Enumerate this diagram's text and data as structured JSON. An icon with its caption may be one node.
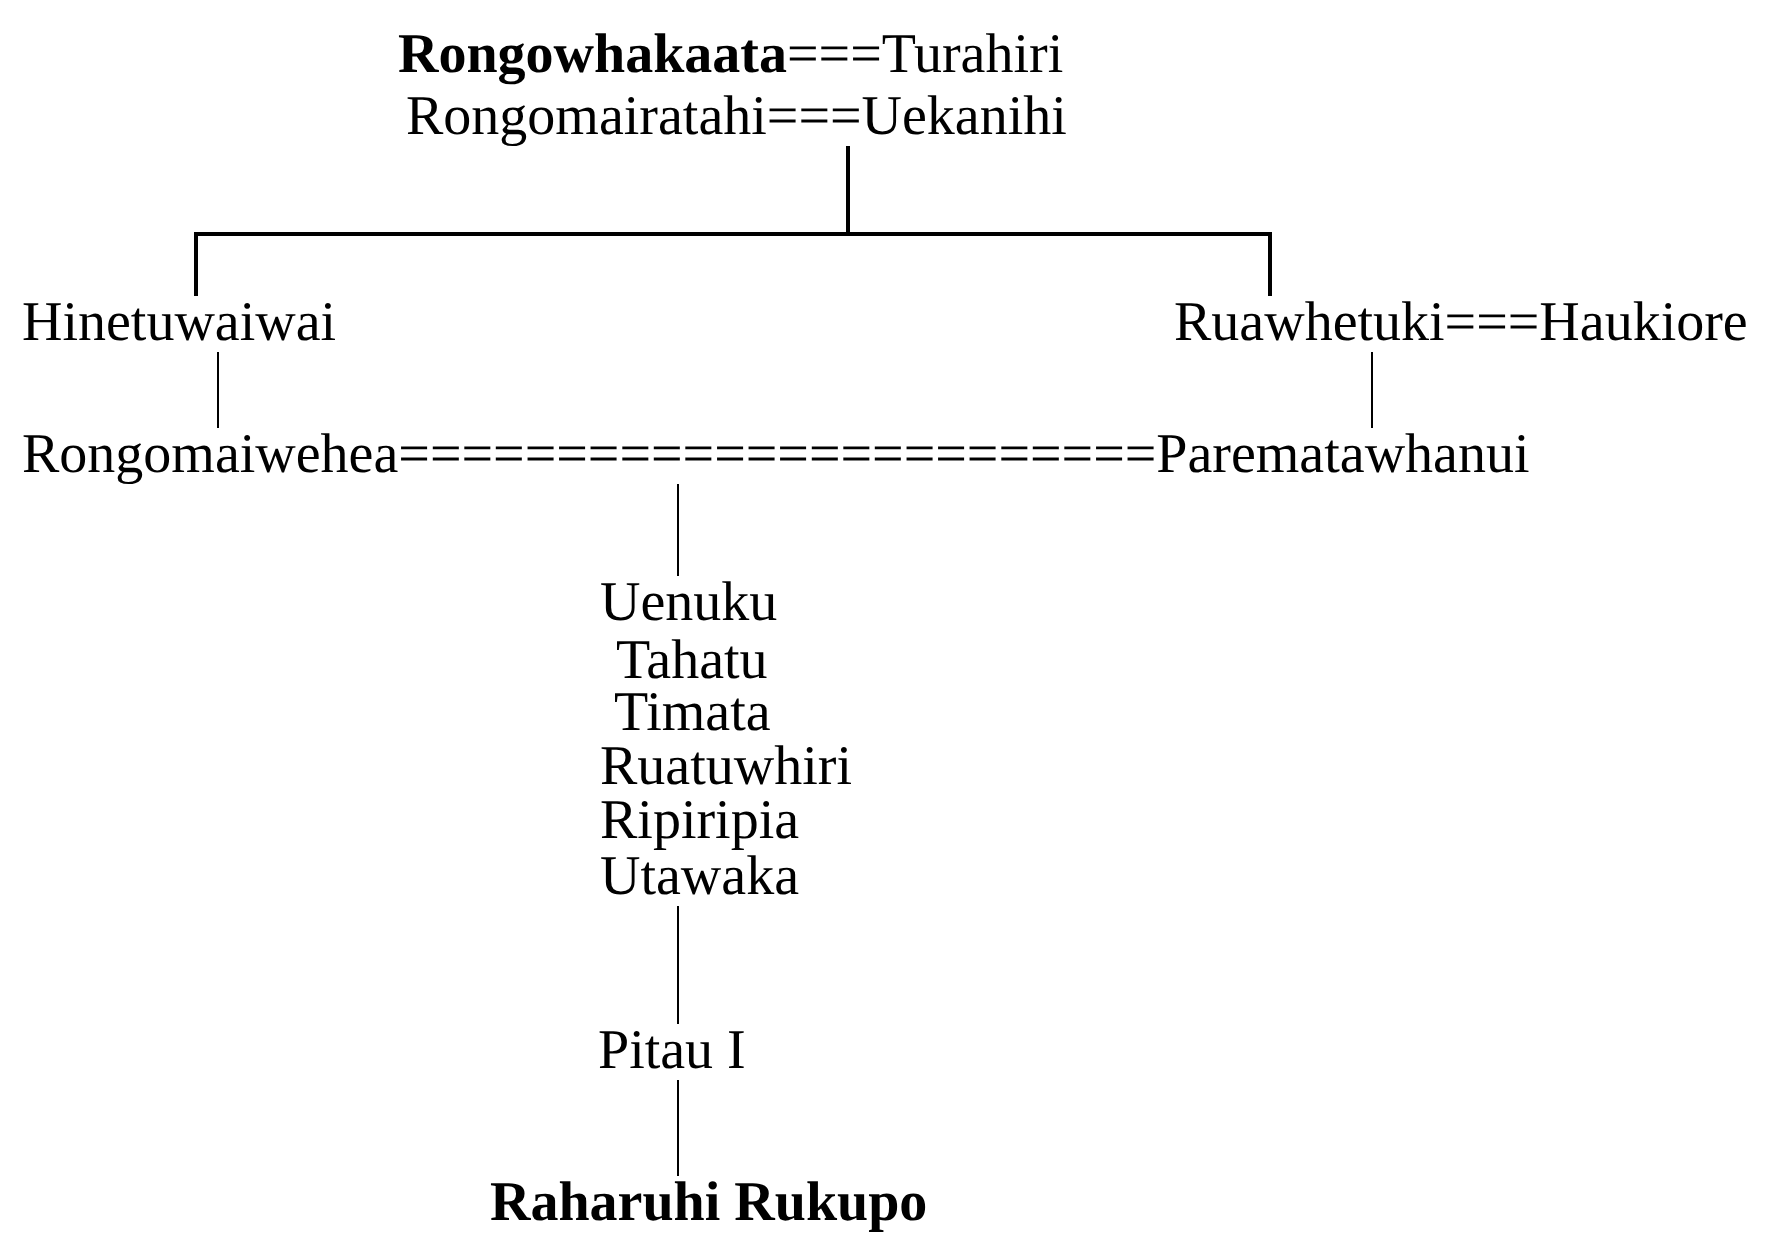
{
  "diagram": {
    "nodes": [
      {
        "text": [
          "**Rongowhakaata**===Turahiri"
        ]
      },
      {
        "text": [
          "Rongomairatahi===Uekanihi"
        ]
      },
      {
        "text": [
          "Hinetuwaiwai"
        ]
      },
      {
        "text": [
          "Ruawhetuki===Haukiore"
        ]
      },
      {
        "text": [
          "Rongomaiwehea========================Parematawhanui"
        ]
      },
      {
        "text": [
          "Uenuku"
        ]
      },
      {
        "text": [
          "Tahatu"
        ]
      },
      {
        "text": [
          "Timata"
        ]
      },
      {
        "text": [
          "Ruatuwhiri"
        ]
      },
      {
        "text": [
          "Ripiripia"
        ]
      },
      {
        "text": [
          "Utawaka"
        ]
      },
      {
        "text": [
          "Pitau I"
        ]
      },
      {
        "text": [
          "Raharuhi Rukupo"
        ]
      }
    ],
    "edges": [
      {
        "from": 1,
        "to": 2,
        "arrow": "none"
      },
      {
        "from": 1,
        "to": 3,
        "arrow": "none"
      },
      {
        "from": 2,
        "to": 4,
        "arrow": "none"
      },
      {
        "from": 3,
        "to": 4,
        "arrow": "none"
      },
      {
        "from": 4,
        "to": 5,
        "arrow": "none"
      },
      {
        "from": 10,
        "to": 11,
        "arrow": "none"
      },
      {
        "from": 11,
        "to": 12,
        "arrow": "none"
      }
    ]
  }
}
